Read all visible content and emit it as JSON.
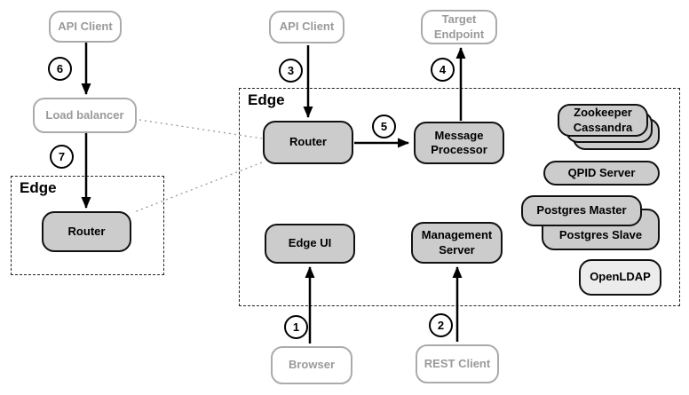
{
  "regions": {
    "edge_main": {
      "label": "Edge"
    },
    "edge_left": {
      "label": "Edge"
    }
  },
  "external_nodes": {
    "api_client_left": {
      "label": "API Client"
    },
    "api_client_mid": {
      "label": "API Client"
    },
    "target_endpoint": {
      "label": "Target Endpoint"
    },
    "load_balancer": {
      "label": "Load balancer"
    },
    "browser": {
      "label": "Browser"
    },
    "rest_client": {
      "label": "REST Client"
    }
  },
  "components": {
    "router_left": {
      "label": "Router"
    },
    "router_main": {
      "label": "Router"
    },
    "message_processor": {
      "label": "Message Processor"
    },
    "edge_ui": {
      "label": "Edge UI"
    },
    "management_server": {
      "label": "Management Server"
    },
    "zookeeper": {
      "label": "Zookeeper"
    },
    "cassandra": {
      "label": "Cassandra"
    },
    "qpid_server": {
      "label": "QPID Server"
    },
    "postgres_master": {
      "label": "Postgres Master"
    },
    "postgres_slave": {
      "label": "Postgres Slave"
    },
    "openldap": {
      "label": "OpenLDAP"
    }
  },
  "steps": {
    "1": "1",
    "2": "2",
    "3": "3",
    "4": "4",
    "5": "5",
    "6": "6",
    "7": "7"
  },
  "colors": {
    "component_fill": "#cccccc",
    "component_border": "#111111",
    "component_light_fill": "#ececec",
    "external_border": "#ababab",
    "external_text": "#9a9a9a",
    "dotted_line": "#999999",
    "arrow": "#000000",
    "region_border": "#222222"
  }
}
